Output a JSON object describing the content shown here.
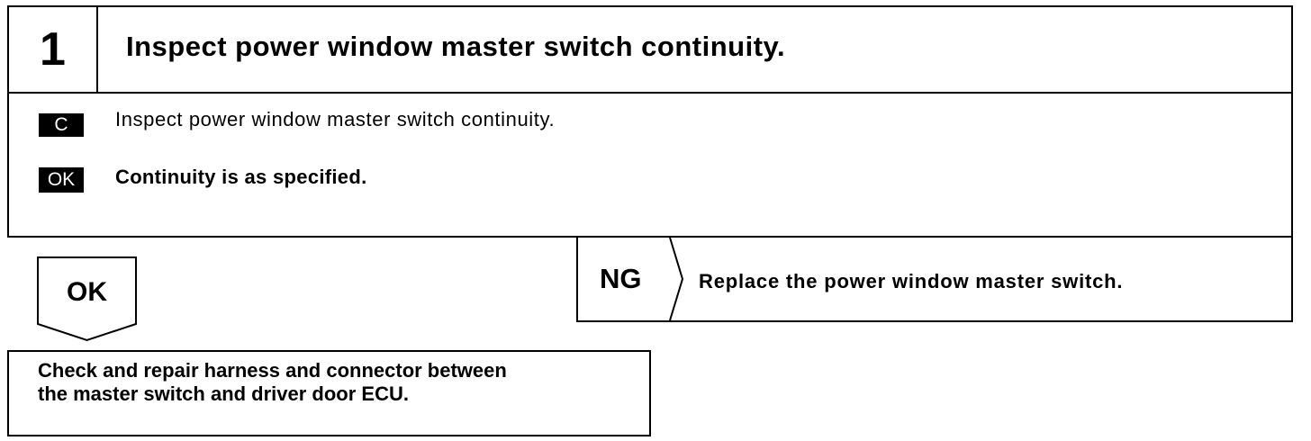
{
  "step": {
    "number": "1",
    "title": "Inspect power window master switch continuity."
  },
  "check": {
    "tag": "C",
    "text": "Inspect power window master switch continuity."
  },
  "result": {
    "tag": "OK",
    "text": "Continuity is as specified."
  },
  "ok_branch": {
    "label": "OK",
    "action_line1": "Check and repair harness and connector between",
    "action_line2": "the master switch and driver door ECU."
  },
  "ng_branch": {
    "label": "NG",
    "action": "Replace the power window master switch."
  }
}
